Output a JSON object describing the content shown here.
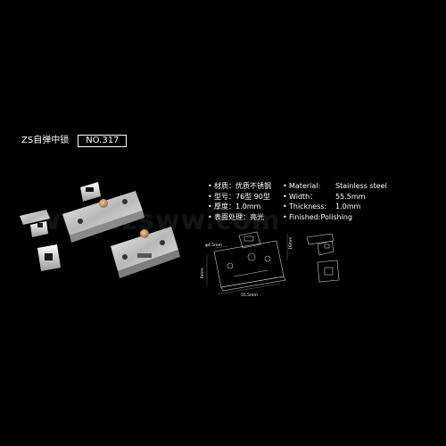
{
  "product": {
    "series_label": "ZS自弹中锁",
    "model_no": "NO.317"
  },
  "watermark": "www.zsww.com",
  "specs": [
    {
      "cn": "材质：优质不锈钢",
      "en_label": "Material:",
      "en_value": "Stainless steel"
    },
    {
      "cn": "型号：76型  90型",
      "en_label": "Width：",
      "en_value": "55.5mm"
    },
    {
      "cn": "厚度：1.0mm",
      "en_label": "Thickness:",
      "en_value": "1.0mm"
    },
    {
      "cn": "表面处理：亮光",
      "en_label": "Finished:Polishing",
      "en_value": ""
    }
  ],
  "drawing": {
    "dim_hole": "φ4.5mm",
    "dim_width": "55.5mm",
    "dim_height": "6mm",
    "dim_side": "16mm"
  }
}
